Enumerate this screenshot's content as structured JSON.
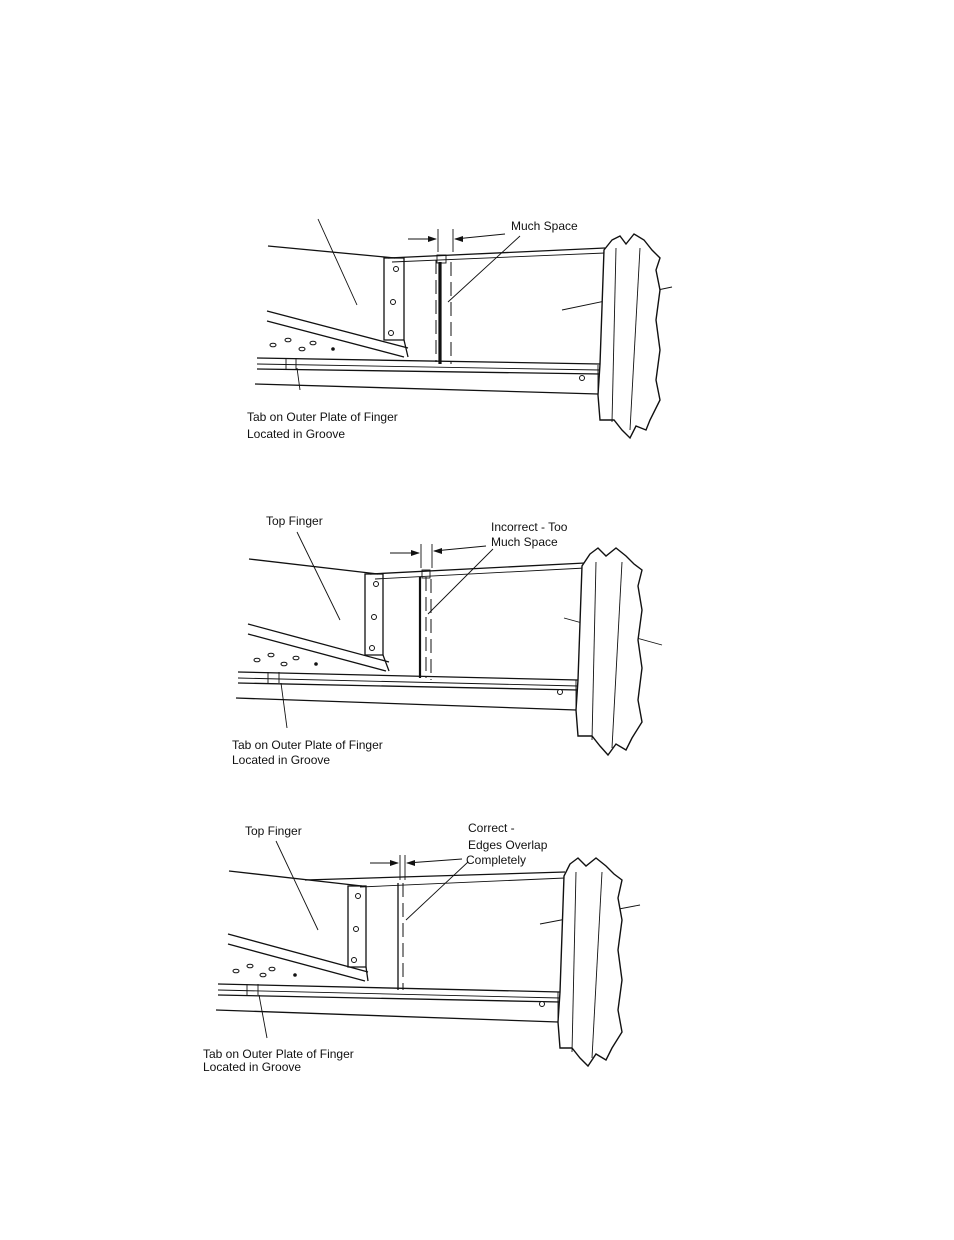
{
  "panels": [
    {
      "top_label": "",
      "gap_label_line1": "Much Space",
      "gap_label_line2": "",
      "tab_label_line1": "Tab on Outer Plate of Finger",
      "tab_label_line2": "Located in Groove",
      "gap_style": "wide"
    },
    {
      "top_label": "Top Finger",
      "gap_label_line1": "Incorrect - Too",
      "gap_label_line2": "Much Space",
      "tab_label_line1": "Tab on Outer Plate of Finger",
      "tab_label_line2": "Located in Groove",
      "gap_style": "medium"
    },
    {
      "top_label": "Top Finger",
      "gap_label_line1": "Correct -",
      "gap_label_line2": "Edges Overlap",
      "gap_label_line3": "Completely",
      "tab_label_line1": "Tab on Outer Plate of Finger",
      "tab_label_line2": "Located in Groove",
      "gap_style": "overlap"
    }
  ]
}
